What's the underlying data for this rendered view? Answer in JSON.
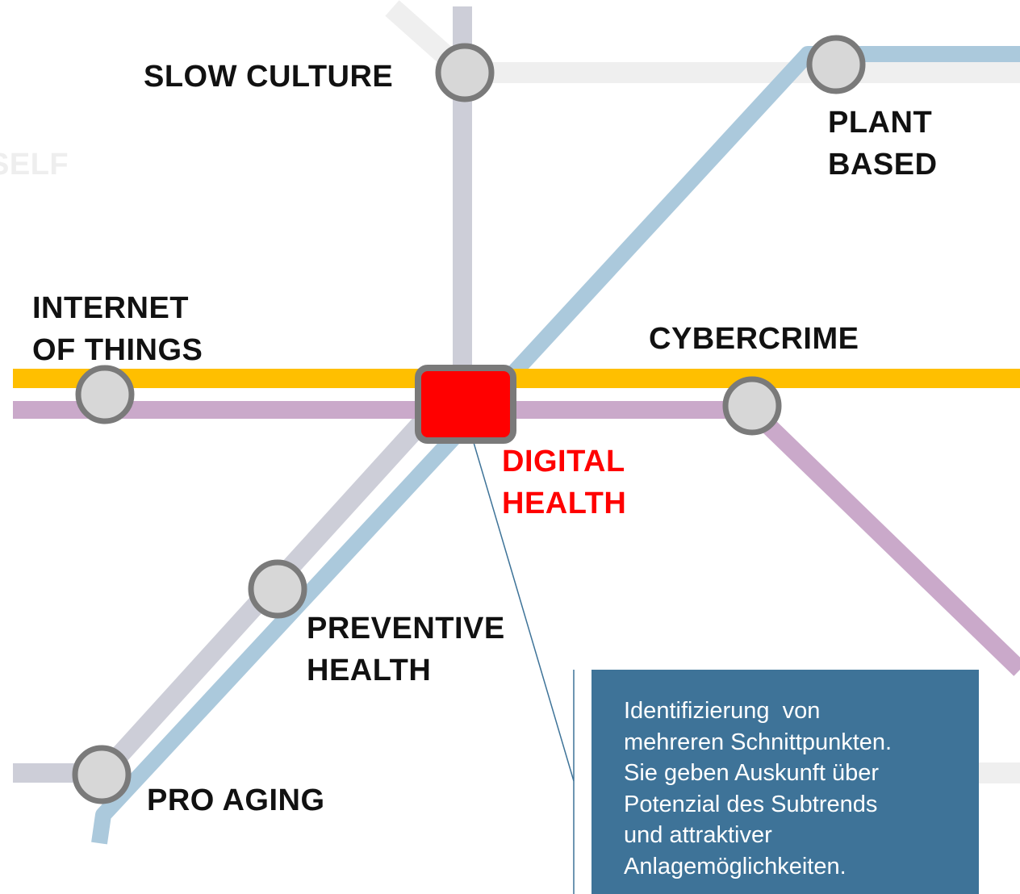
{
  "colors": {
    "line_yellow": "#ffbf00",
    "line_purple": "#caa9ca",
    "line_blue": "#abc9dc",
    "line_grey": "#cdced8",
    "line_lightgrey": "#efefef",
    "station_fill": "#d7d7d7",
    "station_stroke": "#7a7a7a",
    "focus_fill": "#ff0000",
    "callout_bg": "#3e7398",
    "callout_text": "#ffffff",
    "pointer": "#3e7398"
  },
  "stations": {
    "slow_culture": {
      "lines": [
        "SLOW CULTURE"
      ]
    },
    "plant_based": {
      "lines": [
        "PLANT",
        "BASED"
      ]
    },
    "internet_of_things": {
      "lines": [
        "INTERNET",
        "OF THINGS"
      ]
    },
    "cybercrime": {
      "lines": [
        "CYBERCRIME"
      ]
    },
    "digital_health": {
      "lines": [
        "DIGITAL",
        "HEALTH"
      ]
    },
    "preventive_health": {
      "lines": [
        "PREVENTIVE",
        "HEALTH"
      ]
    },
    "pro_aging": {
      "lines": [
        "PRO AGING"
      ]
    },
    "faded_self": {
      "lines": [
        "SELF"
      ]
    }
  },
  "callout": {
    "lines": [
      "Identifizierung  von",
      "mehreren Schnittpunkten.",
      "Sie geben Auskunft über",
      "Potenzial des Subtrends",
      "und attraktiver",
      "Anlagemöglichkeiten."
    ]
  }
}
